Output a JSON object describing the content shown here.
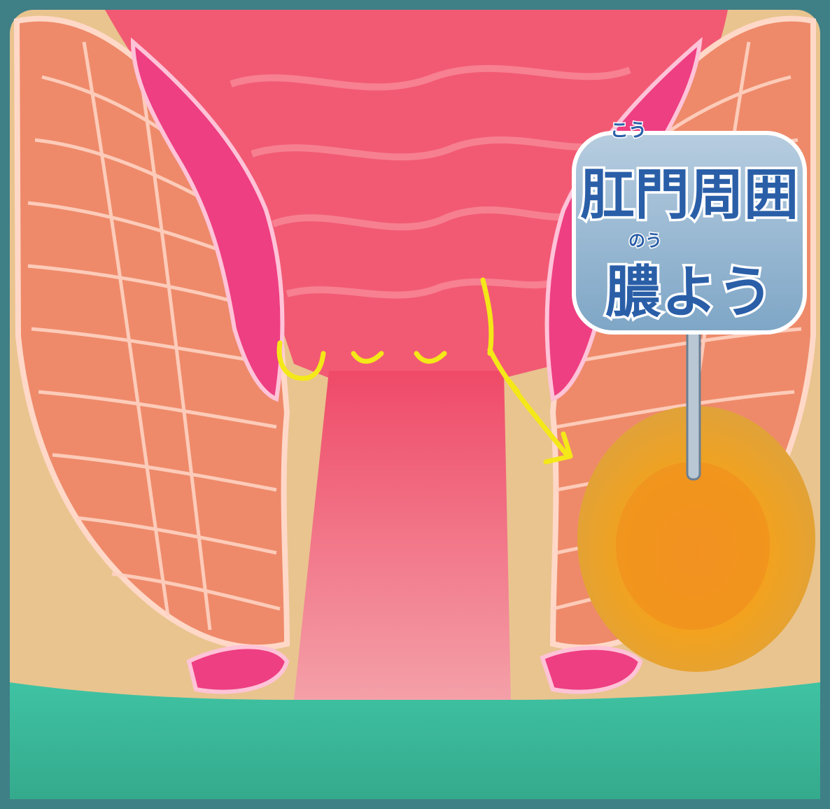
{
  "illustration": {
    "label": {
      "line1": "肛門周囲",
      "line1_ruby": "こう",
      "line2": "膿よう",
      "line2_ruby": "のう"
    },
    "colors": {
      "frame": "#3f7f86",
      "rectum_wall": "#f04f6a",
      "muscle": "#ee8a6a",
      "muscle_lines": "#ffd3c2",
      "fat": "#ecc68c",
      "skin_pink": "#ee3f82",
      "perineum": "#3dbb9a",
      "abscess": "#f2a21e",
      "bacteria_path": "#f4e818",
      "label_bubble": "#8fb3cf",
      "label_text": "#2a5fa8"
    }
  }
}
